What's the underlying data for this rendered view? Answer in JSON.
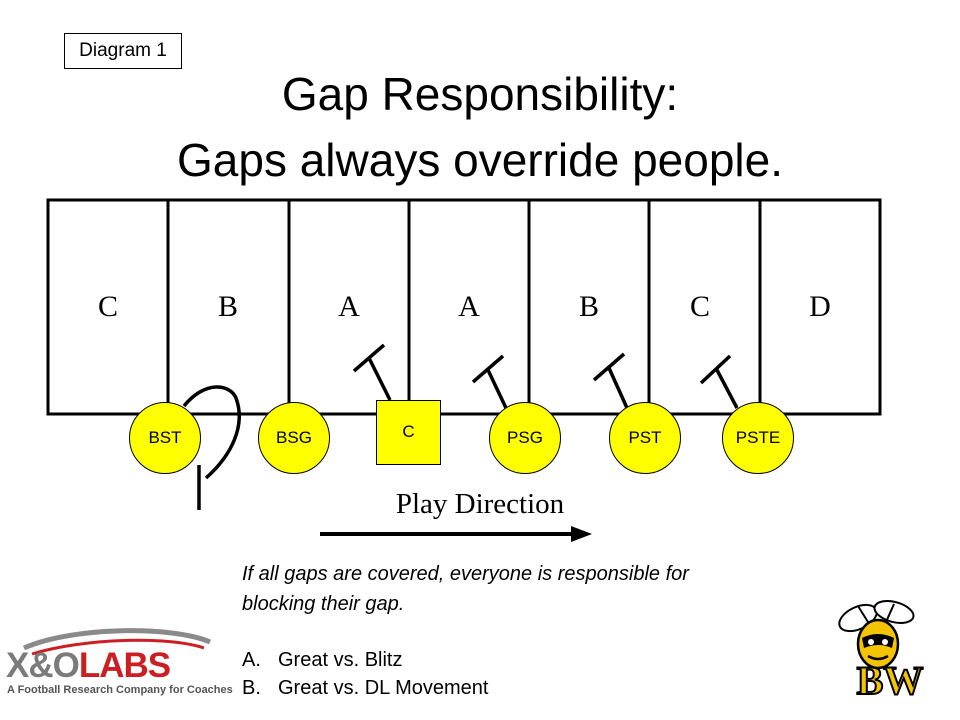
{
  "diagram_tag": "Diagram 1",
  "title": {
    "line1": "Gap Responsibility:",
    "line2": "Gaps always override people."
  },
  "gaps": [
    "C",
    "B",
    "A",
    "A",
    "B",
    "C",
    "D"
  ],
  "players": {
    "bst": "BST",
    "bsg": "BSG",
    "center": "C",
    "psg": "PSG",
    "pst": "PST",
    "pste": "PSTE"
  },
  "play_direction": "Play Direction",
  "note": "If all gaps are covered, everyone is responsible for blocking their gap.",
  "list": [
    {
      "marker": "A.",
      "text": "Great vs. Blitz"
    },
    {
      "marker": "B.",
      "text": "Great vs. DL Movement"
    }
  ],
  "logo": {
    "prefix": "X&O",
    "accent": "LABS",
    "tagline": "A Football Research Company for Coaches"
  },
  "mascot_letters": "BW",
  "colors": {
    "player_fill": "#ffff00",
    "logo_gray": "#7b7b7b",
    "logo_red": "#cc1f24"
  }
}
